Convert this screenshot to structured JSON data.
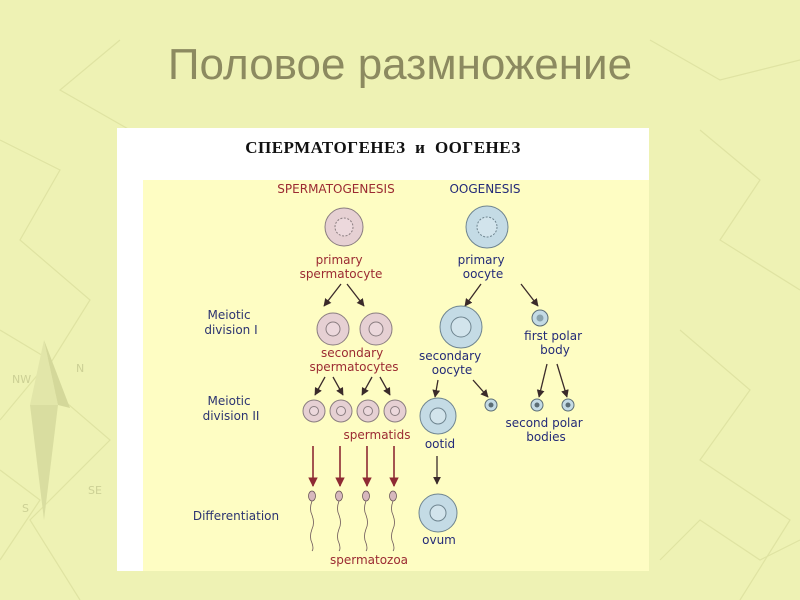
{
  "slide": {
    "title": "Половое размножение",
    "colors": {
      "background": "#eef2b4",
      "title": "#8c8a60",
      "figure_panel": "#fefdc3"
    }
  },
  "figure": {
    "title": "СПЕРМАТОГЕНЕЗ  и  ООГЕНЕЗ",
    "columns": {
      "left": "SPERMATOGENESIS",
      "right": "OOGENESIS"
    },
    "stages": {
      "meiosis1": [
        "Meiotic",
        "division I"
      ],
      "meiosis2": [
        "Meiotic",
        "division II"
      ],
      "differentiation": "Differentiation"
    },
    "labels": {
      "primary_spermatocyte": [
        "primary",
        "spermatocyte"
      ],
      "primary_oocyte": [
        "primary",
        "oocyte"
      ],
      "first_polar_body": [
        "first polar",
        "body"
      ],
      "secondary_spermatocytes": [
        "secondary",
        "spermatocytes"
      ],
      "secondary_oocyte": [
        "secondary",
        "oocyte"
      ],
      "spermatids": "spermatids",
      "ootid": "ootid",
      "second_polar_bodies": [
        "second polar",
        "bodies"
      ],
      "ovum": "ovum",
      "spermatozoa": "spermatozoa"
    },
    "colors": {
      "male_cell": "#e6d0d3",
      "female_cell": "#c4dbe5",
      "label_red": "#9b2a32",
      "label_blue": "#242b78",
      "stage_blue": "#2c3471"
    }
  }
}
